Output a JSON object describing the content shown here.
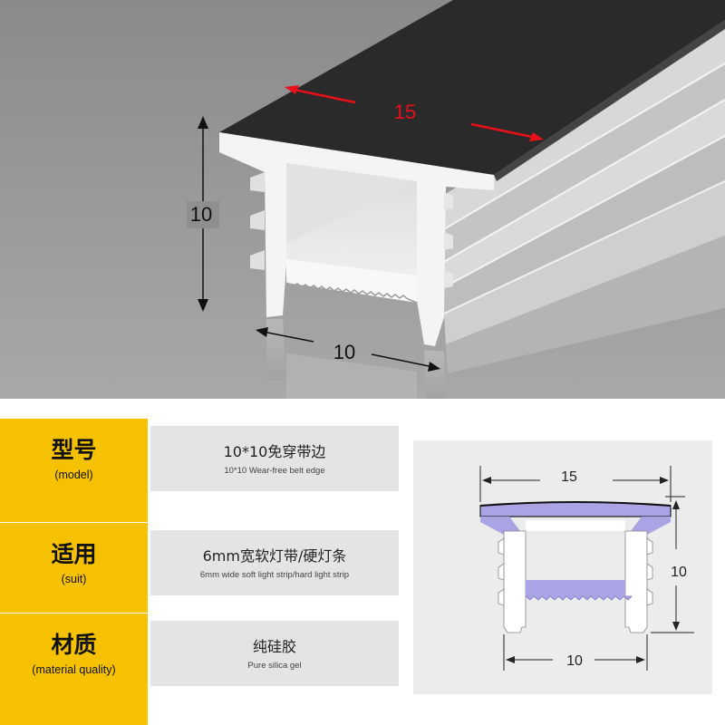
{
  "hero": {
    "dim_width": "15",
    "dim_height": "10",
    "dim_base": "10"
  },
  "specs": [
    {
      "label": "型号",
      "label_en": "(model)",
      "value": "10*10免穿带边",
      "value_en": "10*10 Wear-free belt edge"
    },
    {
      "label": "适用",
      "label_en": "(suit)",
      "value": "6mm宽软灯带/硬灯条",
      "value_en": "6mm wide soft light strip/hard light strip"
    },
    {
      "label": "材质",
      "label_en": "(material quality)",
      "value": "纯硅胶",
      "value_en": "Pure silica gel"
    }
  ],
  "diagram": {
    "dim_width": "15",
    "dim_height": "10",
    "dim_base": "10"
  },
  "colors": {
    "accent_yellow": "#f6c200",
    "value_bg": "#e4e4e4",
    "arrow_red": "#e8101a",
    "highlight_purple": "#aaa3e4"
  }
}
